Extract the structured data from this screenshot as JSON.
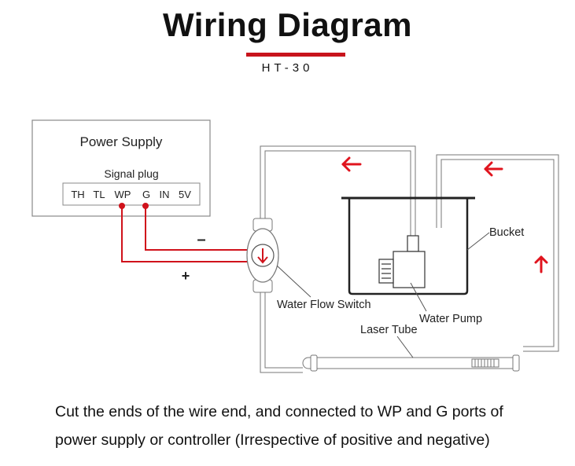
{
  "header": {
    "title": "Wiring Diagram",
    "model": "HT-30",
    "accent_color": "#c8141c"
  },
  "power_supply": {
    "title": "Power Supply",
    "signal_label": "Signal plug",
    "pins": [
      "TH",
      "TL",
      "WP",
      "G",
      "IN",
      "5V"
    ]
  },
  "polarity": {
    "negative": "–",
    "positive": "+"
  },
  "labels": {
    "water_flow_switch": "Water Flow Switch",
    "bucket": "Bucket",
    "water_pump": "Water Pump",
    "laser_tube": "Laser Tube"
  },
  "caption": {
    "line1": "Cut the ends of the wire end, and connected to WP and G ports of",
    "line2": "power supply or controller (Irrespective of positive and negative)"
  }
}
